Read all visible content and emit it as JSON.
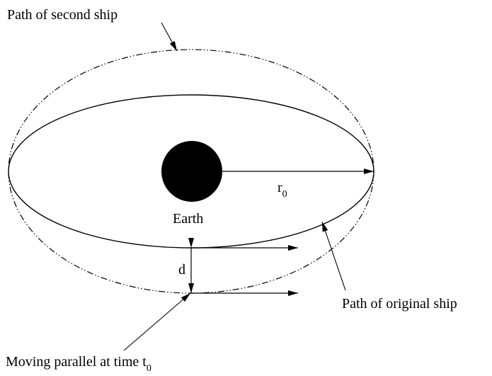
{
  "labels": {
    "path_second_ship": "Path of second ship",
    "path_original_ship": "Path of original ship",
    "earth": "Earth",
    "radius_symbol": "r",
    "radius_subscript": "0",
    "distance_symbol": "d",
    "moving_parallel": "Moving parallel at time t",
    "moving_parallel_subscript": "0"
  },
  "colors": {
    "stroke": "#000000",
    "earth_fill": "#000000",
    "background": "#ffffff"
  }
}
